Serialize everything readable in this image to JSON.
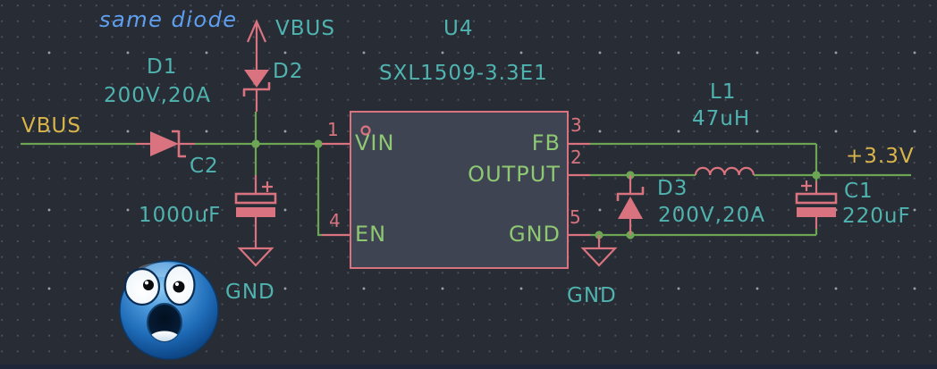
{
  "colors": {
    "bg": "#282c34",
    "wire": "#6ca554",
    "symbol": "#d8737f",
    "label": "#4fb3b0",
    "net_label": "#d8b44a",
    "note": "#5f9ff0",
    "pin_name": "#8fc873",
    "pin_num": "#d8737f",
    "ic_fill": "#3e4451"
  },
  "annotation": {
    "note": "same diode"
  },
  "net_labels": {
    "vbus_left": "VBUS",
    "vbus_top": "VBUS",
    "output_rail": "+3.3V",
    "gnd_left": "GND",
    "gnd_right": "GND"
  },
  "components": {
    "d1": {
      "ref": "D1",
      "value": "200V,20A"
    },
    "d2": {
      "ref": "D2"
    },
    "d3": {
      "ref": "D3",
      "value": "200V,20A"
    },
    "c1": {
      "ref": "C1",
      "value": "220uF"
    },
    "c2": {
      "ref": "C2",
      "value": "1000uF"
    },
    "l1": {
      "ref": "L1",
      "value": "47uH"
    },
    "u4": {
      "ref": "U4",
      "value": "SXL1509-3.3E1",
      "pins": {
        "p1": {
          "num": "1",
          "name": "VIN"
        },
        "p2": {
          "num": "2",
          "name": "OUTPUT"
        },
        "p3": {
          "num": "3",
          "name": "FB"
        },
        "p4": {
          "num": "4",
          "name": "EN"
        },
        "p5": {
          "num": "5",
          "name": "GND"
        }
      }
    }
  },
  "emoji": {
    "name": "shocked-face"
  }
}
